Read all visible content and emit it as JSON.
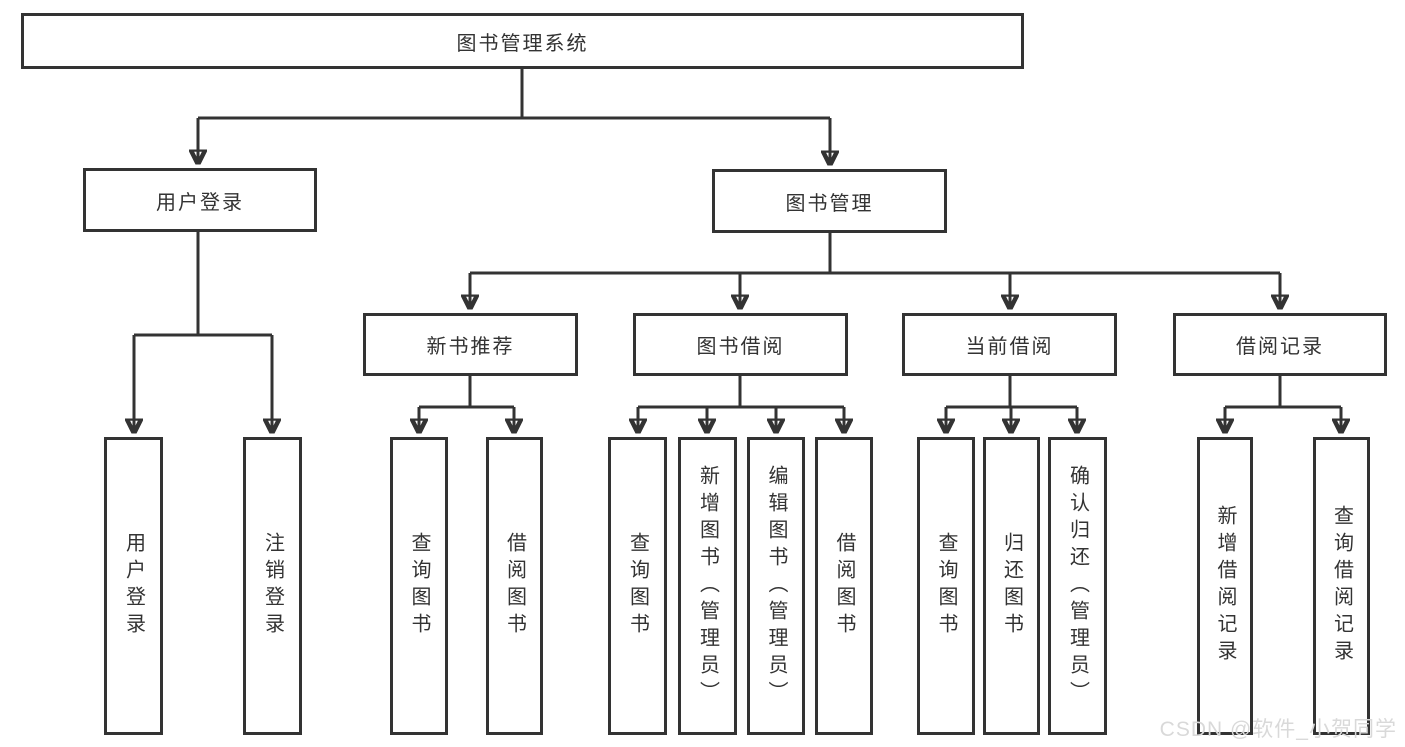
{
  "diagram": {
    "title": "图书管理系统",
    "branches": [
      {
        "label": "用户登录",
        "children": [
          {
            "label": "用户登录"
          },
          {
            "label": "注销登录"
          }
        ]
      },
      {
        "label": "图书管理",
        "children": [
          {
            "label": "新书推荐",
            "children": [
              {
                "label": "查询图书"
              },
              {
                "label": "借阅图书"
              }
            ]
          },
          {
            "label": "图书借阅",
            "children": [
              {
                "label": "查询图书"
              },
              {
                "label": "新增图书（管理员）"
              },
              {
                "label": "编辑图书（管理员）"
              },
              {
                "label": "借阅图书"
              }
            ]
          },
          {
            "label": "当前借阅",
            "children": [
              {
                "label": "查询图书"
              },
              {
                "label": "归还图书"
              },
              {
                "label": "确认归还（管理员）"
              }
            ]
          },
          {
            "label": "借阅记录",
            "children": [
              {
                "label": "新增借阅记录"
              },
              {
                "label": "查询借阅记录"
              }
            ]
          }
        ]
      }
    ]
  },
  "watermark": "CSDN @软件_小贺同学",
  "colors": {
    "line": "#333333",
    "text": "#333333",
    "background": "#ffffff",
    "watermark": "#d9d9d9"
  }
}
